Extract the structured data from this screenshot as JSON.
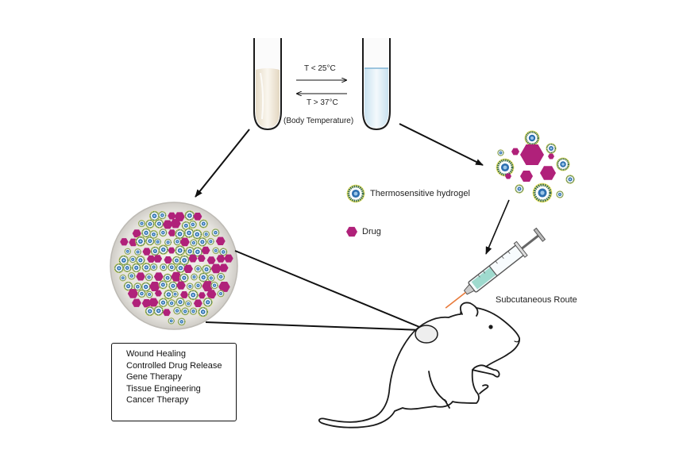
{
  "transition": {
    "cooling": "T < 25°C",
    "heating": "T > 37°C",
    "heating_note": "(Body Temperature)"
  },
  "legend": {
    "hydrogel": "Thermosensitive hydrogel",
    "drug": "Drug"
  },
  "route_label": "Subcutaneous Route",
  "applications": [
    "Wound Healing",
    "Controlled Drug Release",
    "Gene Therapy",
    "Tissue Engineering",
    "Cancer Therapy"
  ],
  "colors": {
    "drug": "#b0217a",
    "hydrogel_shell": "#e8e36a",
    "hydrogel_ring": "#3a6d4c",
    "hydrogel_core": "#2d6fb0",
    "gel_fill": "#efe6d6",
    "sol_fill": "#d9ebf5"
  },
  "icons": [
    "test-tube-gel",
    "test-tube-sol",
    "syringe",
    "rat",
    "magnifier-circle"
  ]
}
